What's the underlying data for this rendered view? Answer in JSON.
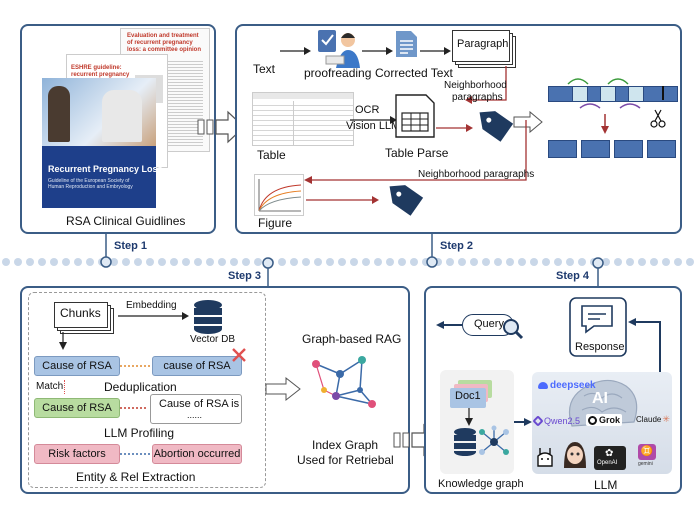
{
  "panels": {
    "guidelines_title": "RSA Clinical Guidlines",
    "cover_front_title": "Recurrent Pregnancy Loss",
    "cover_front_subtitle": "Guideline of the European Society of Human Reproduction and Embryology",
    "cover_back_title": "Evaluation and treatment of recurrent pregnancy loss: a committee opinion",
    "cover_mid_title": "ESHRE guideline: recurrent pregnancy loss: an update in 2022†"
  },
  "steps": {
    "s1": "Step 1",
    "s2": "Step 2",
    "s3": "Step 3",
    "s4": "Step 4"
  },
  "step2": {
    "text": "Text",
    "proofreading": "proofreading",
    "corrected": "Corrected Text",
    "paragraph": "Paragraph",
    "neighborhood1": "Neighborhood",
    "neighborhood2": "paragraphs",
    "ocr1": "OCR",
    "ocr2": "Vision LLM",
    "table": "Table",
    "table_parse": "Table Parse",
    "neighborhood_long": "Neighborhood paragraphs",
    "figure": "Figure"
  },
  "step3": {
    "chunks": "Chunks",
    "embedding": "Embedding",
    "vector_db": "Vector DB",
    "cause1": "Cause of RSA",
    "cause1b": "cause of RSA",
    "match": "Match",
    "dedup": "Deduplication",
    "cause2": "Cause of RSA",
    "cause2b": "Cause of RSA is",
    "ellipsis": "......",
    "profiling": "LLM Profiling",
    "risk": "Risk factors",
    "abortion": "Abortion occurred",
    "extraction": "Entity & Rel Extraction",
    "rag": "Graph-based RAG",
    "index1": "Index Graph",
    "index2": "Used for Retriebal"
  },
  "step4": {
    "query": "Query",
    "response": "Response",
    "doc": "Doc1",
    "kg": "Knowledge graph",
    "llm": "LLM",
    "ai": "AI",
    "deepseek": "deepseek",
    "qwen": "Qwen2.5",
    "grok": "Grok",
    "claude": "Claude",
    "openai": "OpenAI",
    "gemini": "gemini"
  },
  "colors": {
    "panel_border": "#3b5d86",
    "blue_box": "#a9c4e4",
    "green_box": "#b8dca0",
    "pink_box": "#f0b9c4",
    "red_arrow": "#a33333",
    "navy": "#1f3a5f",
    "seg_blue": "#4a72b0"
  }
}
